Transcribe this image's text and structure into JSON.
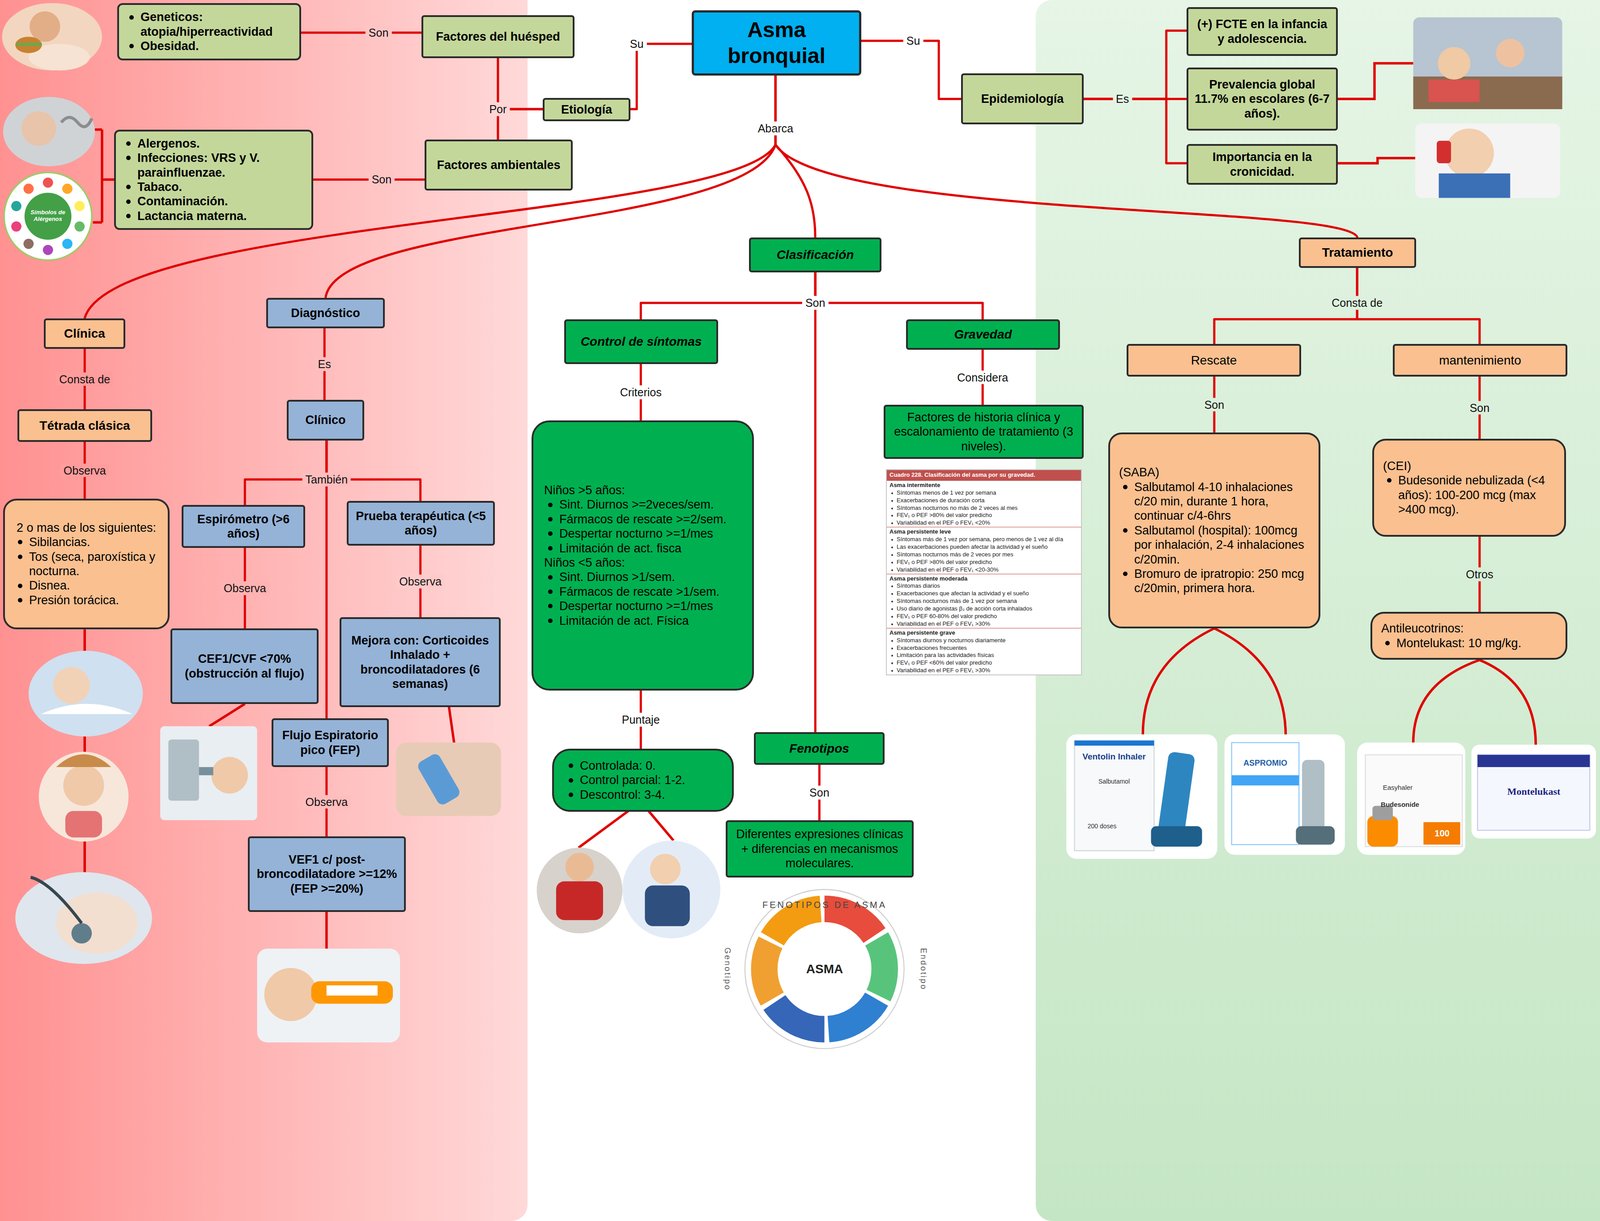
{
  "diagram": {
    "nodes": [
      {
        "text": [
          "Asma bronquial"
        ]
      },
      {
        "text": [
          "Etiología"
        ]
      },
      {
        "text": [
          "Factores del huésped"
        ]
      },
      {
        "text": [
          "Geneticos: atopia/hiperreactividad",
          "Obesidad."
        ]
      },
      {
        "text": [
          "Factores ambientales"
        ]
      },
      {
        "text": [
          "Alergenos.",
          "Infecciones: VRS y V. parainfluenzae.",
          "Tabaco.",
          "Contaminación.",
          "Lactancia materna."
        ]
      },
      {
        "text": [
          "Epidemiología"
        ]
      },
      {
        "text": [
          "(+) FCTE en la infancia y adolescencia."
        ]
      },
      {
        "text": [
          "Prevalencia global 11.7% en escolares (6-7 años)."
        ]
      },
      {
        "text": [
          "Importancia en la cronicidad."
        ]
      },
      {
        "text": [
          "Clínica"
        ]
      },
      {
        "text": [
          "Tétrada clásica"
        ]
      },
      {
        "text": [
          "2 o mas de los siguientes:",
          "Sibilancias.",
          "Tos (seca, paroxística y nocturna.",
          "Disnea.",
          "Presión torácica."
        ]
      },
      {
        "text": [
          "Diagnóstico"
        ]
      },
      {
        "text": [
          "Clínico"
        ]
      },
      {
        "text": [
          "Espirómetro (>6 años)"
        ]
      },
      {
        "text": [
          "Prueba terapéutica (<5 años)"
        ]
      },
      {
        "text": [
          "CEF1/CVF <70% (obstrucción al flujo)"
        ]
      },
      {
        "text": [
          "Mejora con: Corticoides Inhalado + broncodilatadores (6 semanas)"
        ]
      },
      {
        "text": [
          "Flujo Espiratorio pico (FEP)"
        ]
      },
      {
        "text": [
          "VEF1 c/ post-broncodilatadore >=12% (FEP >=20%)"
        ]
      },
      {
        "text": [
          "Clasificación"
        ]
      },
      {
        "text": [
          "Control de síntomas"
        ]
      },
      {
        "text": [
          "Niños >5 años:",
          "Sint. Diurnos >=2veces/sem.",
          "Fármacos de rescate >=2/sem.",
          "Despertar nocturno >=1/mes",
          "Limitación de act. fisca",
          "Niños <5 años:",
          "Sint. Diurnos >1/sem.",
          "Fármacos de rescate >1/sem.",
          "Despertar nocturno >=1/mes",
          "Limitación de act. Física"
        ]
      },
      {
        "text": [
          "Controlada: 0.",
          "Control parcial: 1-2.",
          "Descontrol: 3-4."
        ]
      },
      {
        "text": [
          "Gravedad"
        ]
      },
      {
        "text": [
          "Factores de historia clínica y escalonamiento de tratamiento (3 niveles)."
        ]
      },
      {
        "text": [
          "Fenotipos"
        ]
      },
      {
        "text": [
          "Diferentes expresiones clínicas + diferencias en mecanismos moleculares."
        ]
      },
      {
        "text": [
          "Tratamiento"
        ]
      },
      {
        "text": [
          "Rescate"
        ]
      },
      {
        "text": [
          "mantenimiento"
        ]
      },
      {
        "text": [
          "(SABA)",
          "Salbutamol 4-10 inhalaciones c/20 min, durante 1 hora, continuar c/4-6hrs",
          "Salbutamol (hospital): 100mcg por inhalación, 2-4 inhalaciones c/20min.",
          "Bromuro de ipratropio: 250 mcg c/20min, primera hora."
        ]
      },
      {
        "text": [
          "(CEI)",
          "Budesonide nebulizada (<4 años): 100-200 mcg (max >400 mcg)."
        ]
      },
      {
        "text": [
          "Antileucotrinos:",
          "Montelukast: 10 mg/kg."
        ]
      }
    ],
    "edges": [
      {
        "from": 3,
        "to": 2,
        "label": "Son",
        "arrow": "none"
      },
      {
        "from": 2,
        "to": 1,
        "label": "Por",
        "arrow": "none"
      },
      {
        "from": 4,
        "to": 1,
        "arrow": "none"
      },
      {
        "from": 1,
        "to": 0,
        "label": "Su",
        "arrow": "none"
      },
      {
        "from": 5,
        "to": 4,
        "label": "Son",
        "arrow": "none"
      },
      {
        "from": 0,
        "to": 6,
        "label": "Su",
        "arrow": "none"
      },
      {
        "from": 6,
        "to": 7,
        "label": "Es",
        "arrow": "none"
      },
      {
        "from": 6,
        "to": 8,
        "arrow": "none"
      },
      {
        "from": 6,
        "to": 9,
        "arrow": "none"
      },
      {
        "from": 0,
        "to": 10,
        "label": "Abarca",
        "arrow": "none"
      },
      {
        "from": 0,
        "to": 13,
        "arrow": "none"
      },
      {
        "from": 0,
        "to": 21,
        "arrow": "none"
      },
      {
        "from": 0,
        "to": 29,
        "arrow": "none"
      },
      {
        "from": 10,
        "to": 11,
        "label": "Consta de",
        "arrow": "none"
      },
      {
        "from": 11,
        "to": 12,
        "label": "Observa",
        "arrow": "none"
      },
      {
        "from": 13,
        "to": 14,
        "label": "Es",
        "arrow": "none"
      },
      {
        "from": 14,
        "to": 15,
        "label": "También",
        "arrow": "none"
      },
      {
        "from": 14,
        "to": 16,
        "arrow": "none"
      },
      {
        "from": 14,
        "to": 19,
        "arrow": "none"
      },
      {
        "from": 15,
        "to": 17,
        "label": "Observa",
        "arrow": "none"
      },
      {
        "from": 16,
        "to": 18,
        "label": "Observa",
        "arrow": "none"
      },
      {
        "from": 19,
        "to": 20,
        "label": "Observa",
        "arrow": "none"
      },
      {
        "from": 21,
        "to": 22,
        "label": "Son",
        "arrow": "none"
      },
      {
        "from": 21,
        "to": 25,
        "arrow": "none"
      },
      {
        "from": 21,
        "to": 27,
        "arrow": "none"
      },
      {
        "from": 22,
        "to": 23,
        "label": "Criterios",
        "arrow": "none"
      },
      {
        "from": 23,
        "to": 24,
        "label": "Puntaje",
        "arrow": "none"
      },
      {
        "from": 25,
        "to": 26,
        "label": "Considera",
        "arrow": "none"
      },
      {
        "from": 27,
        "to": 28,
        "label": "Son",
        "arrow": "none"
      },
      {
        "from": 29,
        "to": 30,
        "label": "Consta de",
        "arrow": "none"
      },
      {
        "from": 29,
        "to": 31,
        "arrow": "none"
      },
      {
        "from": 30,
        "to": 32,
        "label": "Son",
        "arrow": "none"
      },
      {
        "from": 31,
        "to": 33,
        "label": "Son",
        "arrow": "none"
      },
      {
        "from": 33,
        "to": 34,
        "label": "Otros",
        "arrow": "none"
      }
    ],
    "labels": [
      "Cuadro 228. Clasificación del asma por su gravedad.",
      "Asma intermitente",
      "Síntomas menos de 1 vez por semana",
      "Exacerbaciones de duración corta",
      "Síntomas nocturnos no más de 2 veces al mes",
      "FEV₁ o PEF >80% del valor predicho",
      "Variabilidad en el PEF o FEV₁ <20%",
      "Asma persistente leve",
      "Síntomas más de 1 vez por semana, pero menos de 1 vez al día",
      "Las exacerbaciones pueden afectar la actividad y el sueño",
      "Síntomas nocturnos más de 2 veces por mes",
      "FEV₁ o PEF >80% del valor predicho",
      "Variabilidad en el PEF o FEV₁ <20-30%",
      "Asma persistente moderada",
      "Síntomas diarios",
      "Exacerbaciones que afectan la actividad y el sueño",
      "Síntomas nocturnos más de 1 vez por semana",
      "Uso diario de agonistas β₂ de acción corta inhalados",
      "FEV₁ o PEF 60-80% del valor predicho",
      "Variabilidad en el PEF o FEV₁ >30%",
      "Asma persistente grave",
      "Síntomas diurnos y nocturnos diariamente",
      "Exacerbaciones frecuentes",
      "Limitación para las actividades físicas",
      "FEV₁ o PEF <60% del valor predicho",
      "Variabilidad en el PEF o FEV₁ >30%",
      "FENOTIPOS DE ASMA",
      "ASMA",
      "Genotipo",
      "Endotipo",
      "Símbolos de Alérgenos",
      "Ventolin Inhaler",
      "Salbutamol",
      "200 doses",
      "ASPROMIO",
      "Easyhaler",
      "Budesonide",
      "100",
      "Montelukast"
    ]
  }
}
